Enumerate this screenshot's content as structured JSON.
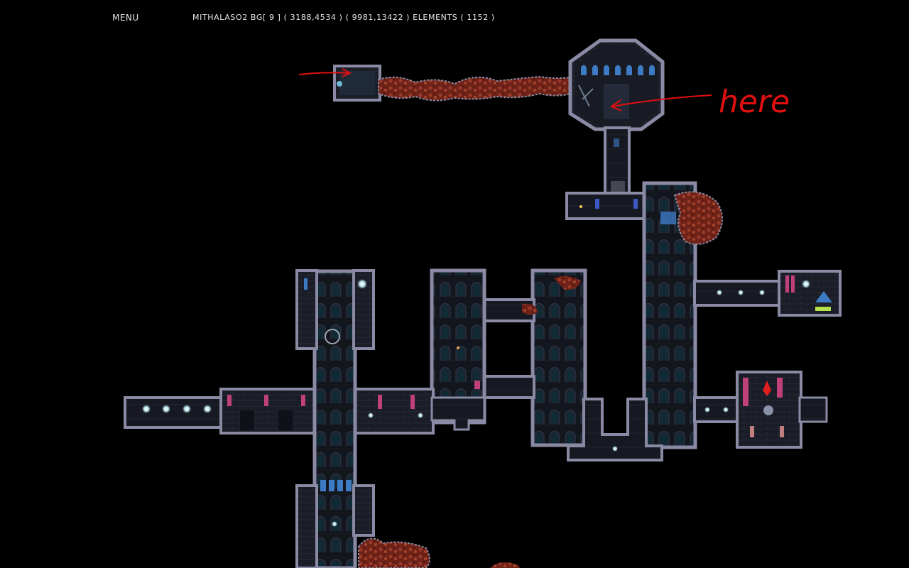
{
  "hud": {
    "menu_label": "MENU",
    "status_readout": "MITHALASO2 BG[ 9 ] ( 3188,4534 ) ( 9981,13422 ) ELEMENTS ( 1152 )"
  },
  "annotation": {
    "text": "here",
    "color": "#e01010"
  },
  "colors": {
    "background": "#000000",
    "wall_trim": "#8a8aa4",
    "room_fill": "#14161e",
    "window_blue": "#3d7bc4",
    "flesh": "#8a2a1e",
    "banner_pink": "#c0407a",
    "orb_glow": "#bfe9f2"
  },
  "icons": {
    "cursor_ring": "circle-cursor-icon"
  }
}
